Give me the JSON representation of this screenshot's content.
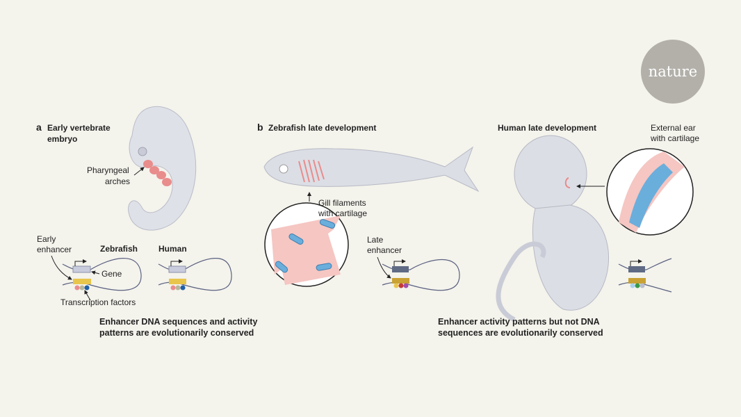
{
  "logo": "nature",
  "panel_a": {
    "letter": "a",
    "title_line1": "Early vertebrate",
    "title_line2": "embryo",
    "arches_line1": "Pharyngeal",
    "arches_line2": "arches",
    "enhancer_line1": "Early",
    "enhancer_line2": "enhancer",
    "zebrafish": "Zebrafish",
    "human": "Human",
    "gene": "Gene",
    "tfs": "Transcription factors",
    "caption_line1": "Enhancer DNA sequences and activity",
    "caption_line2": "patterns are evolutionarily conserved"
  },
  "panel_b": {
    "letter": "b",
    "title": "Zebrafish late development",
    "gill_line1": "Gill filaments",
    "gill_line2": "with cartilage",
    "enhancer_line1": "Late",
    "enhancer_line2": "enhancer",
    "human_title": "Human late development",
    "ear_line1": "External ear",
    "ear_line2": "with cartilage",
    "caption_line1": "Enhancer activity patterns but not DNA",
    "caption_line2": "sequences are evolutionarily conserved"
  },
  "colors": {
    "background": "#f4f3ec",
    "cartilage": "#e98c8c",
    "blue_cells": "#6aaedc",
    "early_enhancer": "#e8c64c",
    "late_enhancer": "#c9a233"
  }
}
